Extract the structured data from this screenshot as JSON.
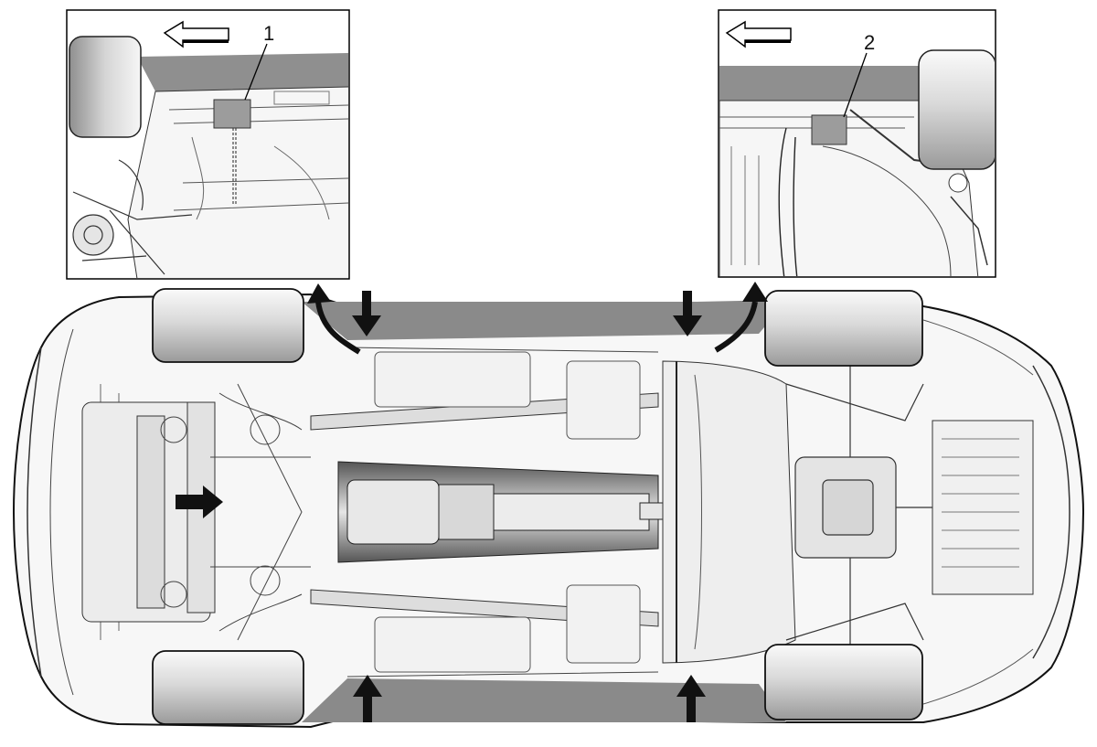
{
  "diagram": {
    "type": "vehicle-underbody-lift-points",
    "callouts": [
      {
        "number": "1",
        "inset": "front-left-jack-point"
      },
      {
        "number": "2",
        "inset": "rear-left-jack-point"
      }
    ],
    "arrows": {
      "front_direction": "left",
      "lift_point_arrows": 4,
      "front_crossmember_arrow": 1,
      "inset_pointer_arrows": 2
    },
    "colors": {
      "line": "#1a1a1a",
      "body_fill": "#f4f4f4",
      "shadow": "#8f8f8f",
      "tire": "#d8d8d8",
      "pad_marker": "#9c9c9c"
    }
  }
}
